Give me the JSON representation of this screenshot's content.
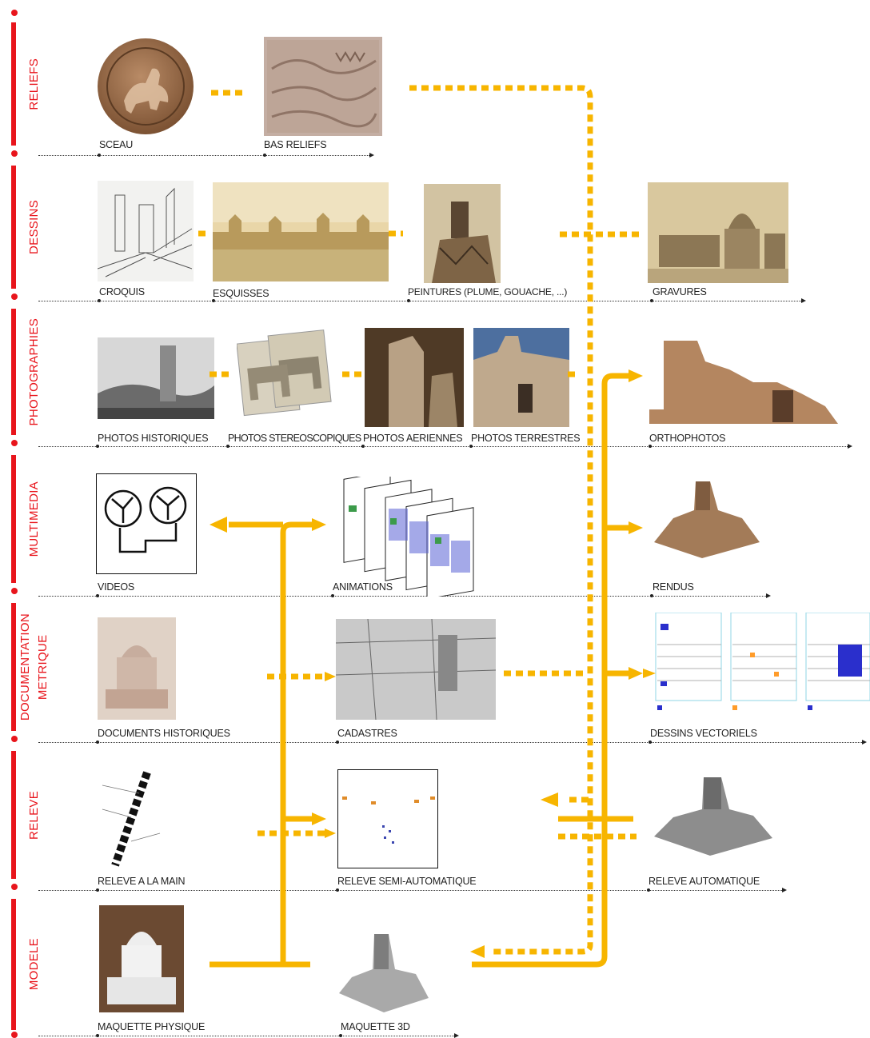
{
  "categories": [
    {
      "id": "reliefs",
      "label": "RELIEFS"
    },
    {
      "id": "dessins",
      "label": "DESSINS"
    },
    {
      "id": "photographies",
      "label": "PHOTOGRAPHIES"
    },
    {
      "id": "multimedia",
      "label": "MULTIMEDIA"
    },
    {
      "id": "documentation",
      "label": "DOCUMENTATION\nMETRIQUE"
    },
    {
      "id": "releve",
      "label": "RELEVE"
    },
    {
      "id": "modele",
      "label": "MODELE"
    }
  ],
  "items": {
    "sceau": "SCEAU",
    "bas_reliefs": "BAS RELIEFS",
    "croquis": "CROQUIS",
    "esquisses": "ESQUISSES",
    "peintures": "PEINTURES (PLUME, GOUACHE, ...)",
    "gravures": "GRAVURES",
    "photos_historiques": "PHOTOS HISTORIQUES",
    "photos_stereoscopiques": "PHOTOS STEREOSCOPIQUES",
    "photos_aeriennes": "PHOTOS AERIENNES",
    "photos_terrestres": "PHOTOS TERRESTRES",
    "orthophotos": "ORTHOPHOTOS",
    "videos": "VIDEOS",
    "animations": "ANIMATIONS",
    "rendus": "RENDUS",
    "documents_historiques": "DOCUMENTS HISTORIQUES",
    "cadastres": "CADASTRES",
    "dessins_vectoriels": "DESSINS VECTORIELS",
    "releve_main": "RELEVE A LA MAIN",
    "releve_semi": "RELEVE  SEMI-AUTOMATIQUE",
    "releve_auto": "RELEVE AUTOMATIQUE",
    "maquette_physique": "MAQUETTE PHYSIQUE",
    "maquette_3d": "MAQUETTE 3D"
  },
  "colors": {
    "category": "#e8151c",
    "flow": "#f7b500",
    "text": "#222222"
  }
}
